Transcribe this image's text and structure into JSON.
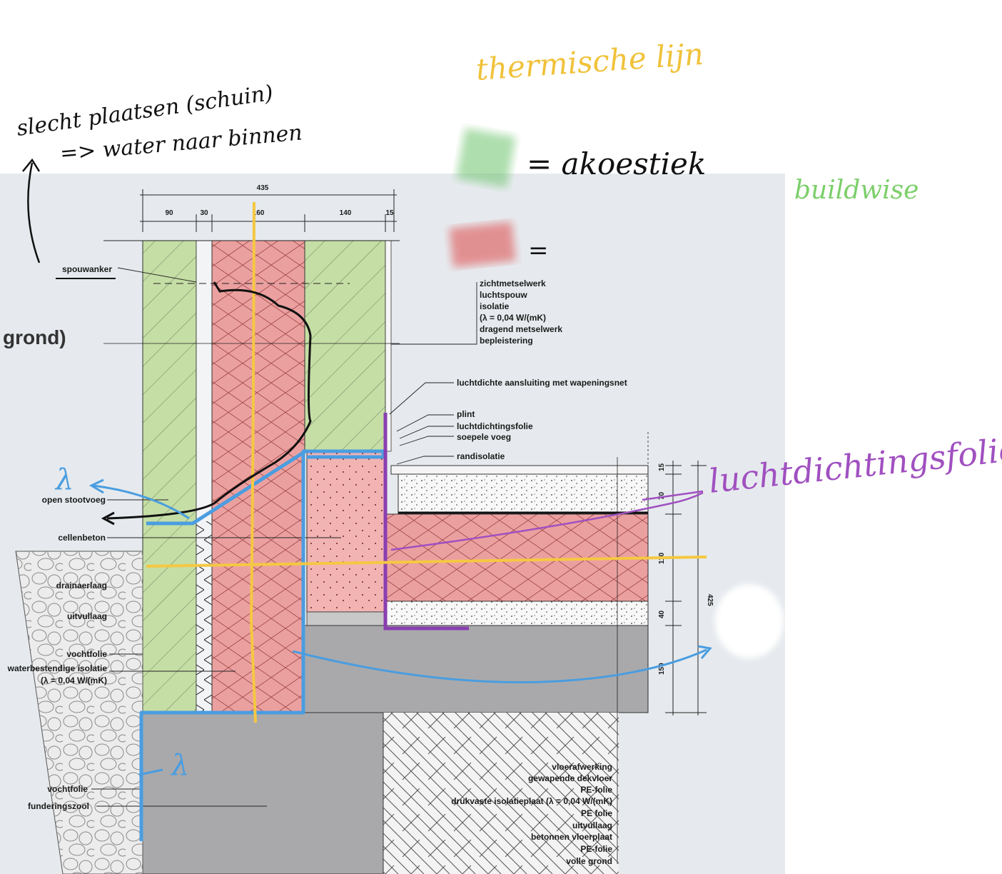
{
  "annotations": {
    "top_left_note_line1": "slecht plaatsen (schuin)",
    "top_left_note_line2": "=> water naar binnen",
    "thermal_line_legend": "thermische lijn",
    "acoustic_legend": "= akoestiek",
    "red_legend": "=",
    "buildwise": "buildwise",
    "airtight_foil": "luchtdichtingsfolie",
    "lambda_symbol_1": "λ",
    "lambda_symbol_2": "λ",
    "grond_fragment": "grond)"
  },
  "dimensions": {
    "total_width": "435",
    "segments": [
      "90",
      "30",
      "160",
      "140",
      "15"
    ],
    "vertical": [
      "15",
      "70",
      "110",
      "40",
      "150"
    ],
    "total_height": "425"
  },
  "labels_left": {
    "spouwanker": "spouwanker",
    "open_stootvoeg": "open stootvoeg",
    "cellenbeton": "cellenbeton",
    "drainaerlaag": "drainaerlaag",
    "uitvullaag": "uitvullaag",
    "vochtfolie": "vochtfolie",
    "waterbestendige_isolatie": "waterbestendige isolatie",
    "lambda_value": "(λ = 0,04 W/(mK)",
    "vochtfolie_2": "vochtfolie",
    "funderingszool": "funderingszool"
  },
  "labels_wall": [
    "zichtmetselwerk",
    "luchtspouw",
    "isolatie",
    "(λ = 0,04 W/(mK)",
    "dragend metselwerk",
    "bepleistering"
  ],
  "labels_joint": {
    "connection": "luchtdichte aansluiting met wapeningsnet",
    "items": [
      "plint",
      "luchtdichtingsfolie",
      "soepele voeg",
      "randisolatie"
    ]
  },
  "labels_floor": [
    "vloerafwerking",
    "gewapende dekvloer",
    "PE-folie",
    "drukvaste isolatieplaat (λ = 0,04 W/(mK)",
    "PE folie",
    "uitvullaag",
    "betonnen vloerplaat",
    "PE-folie",
    "volle grond"
  ],
  "colors": {
    "acoustic_green": "#6cc36c",
    "thermal_red": "#e06a6a",
    "thermal_line": "#f5c842",
    "airtight_purple": "#a050c0",
    "blue_line": "#4a9de0",
    "buildwise_green": "#7ccf6a"
  }
}
